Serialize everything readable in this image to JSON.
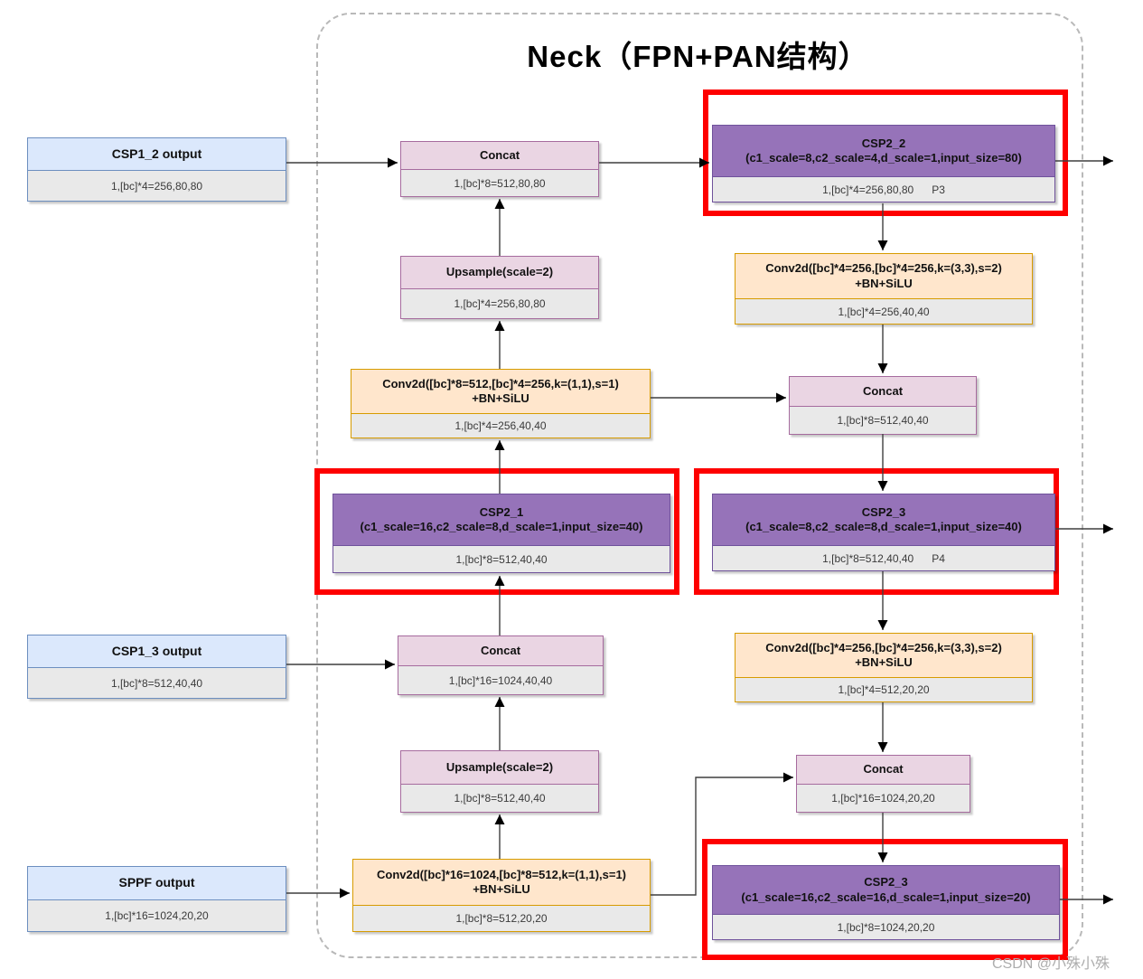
{
  "title": "Neck（FPN+PAN结构）",
  "watermark": "CSDN @小殊小殊",
  "colors": {
    "highlight_red": "#fe0000",
    "input_fill": "#dbe8fc",
    "input_stroke": "#6c8ebf",
    "op_fill": "#ead5e3",
    "op_stroke": "#a66b9e",
    "csp_fill": "#9673b9",
    "csp_stroke": "#6f529b",
    "conv_fill": "#ffe6cc",
    "conv_stroke": "#d79b00",
    "dim_row_fill": "#e9e9e9"
  },
  "inputs": {
    "csp1_2": {
      "label": "CSP1_2 output",
      "dim": "1,[bc]*4=256,80,80"
    },
    "csp1_3": {
      "label": "CSP1_3 output",
      "dim": "1,[bc]*8=512,40,40"
    },
    "sppf": {
      "label": "SPPF output",
      "dim": "1,[bc]*16=1024,20,20"
    }
  },
  "nodes": {
    "concat_top": {
      "label": "Concat",
      "dim": "1,[bc]*8=512,80,80"
    },
    "upsample_top": {
      "label": "Upsample(scale=2)",
      "dim": "1,[bc]*4=256,80,80"
    },
    "conv_mid": {
      "label": "Conv2d([bc]*8=512,[bc]*4=256,k=(1,1),s=1)",
      "label2": "+BN+SiLU",
      "dim": "1,[bc]*4=256,40,40"
    },
    "csp2_1": {
      "label": "CSP2_1",
      "params": "(c1_scale=16,c2_scale=8,d_scale=1,input_size=40)",
      "dim": "1,[bc]*8=512,40,40"
    },
    "concat_low": {
      "label": "Concat",
      "dim": "1,[bc]*16=1024,40,40"
    },
    "upsample_low": {
      "label": "Upsample(scale=2)",
      "dim": "1,[bc]*8=512,40,40"
    },
    "conv_bottom": {
      "label": "Conv2d([bc]*16=1024,[bc]*8=512,k=(1,1),s=1)",
      "label2": "+BN+SiLU",
      "dim": "1,[bc]*8=512,20,20"
    },
    "csp2_2": {
      "label": "CSP2_2",
      "params": "(c1_scale=8,c2_scale=4,d_scale=1,input_size=80)",
      "dim": "1,[bc]*4=256,80,80",
      "tag": "P3"
    },
    "conv_p3": {
      "label": "Conv2d([bc]*4=256,[bc]*4=256,k=(3,3),s=2)",
      "label2": "+BN+SiLU",
      "dim": "1,[bc]*4=256,40,40"
    },
    "concat_mid": {
      "label": "Concat",
      "dim": "1,[bc]*8=512,40,40"
    },
    "csp2_3_mid": {
      "label": "CSP2_3",
      "params": "(c1_scale=8,c2_scale=8,d_scale=1,input_size=40)",
      "dim": "1,[bc]*8=512,40,40",
      "tag": "P4"
    },
    "conv_p4": {
      "label": "Conv2d([bc]*4=256,[bc]*4=256,k=(3,3),s=2)",
      "label2": "+BN+SiLU",
      "dim": "1,[bc]*4=512,20,20"
    },
    "concat_bottom": {
      "label": "Concat",
      "dim": "1,[bc]*16=1024,20,20"
    },
    "csp2_3_bottom": {
      "label": "CSP2_3",
      "params": "(c1_scale=16,c2_scale=16,d_scale=1,input_size=20)",
      "dim": "1,[bc]*8=1024,20,20"
    }
  }
}
